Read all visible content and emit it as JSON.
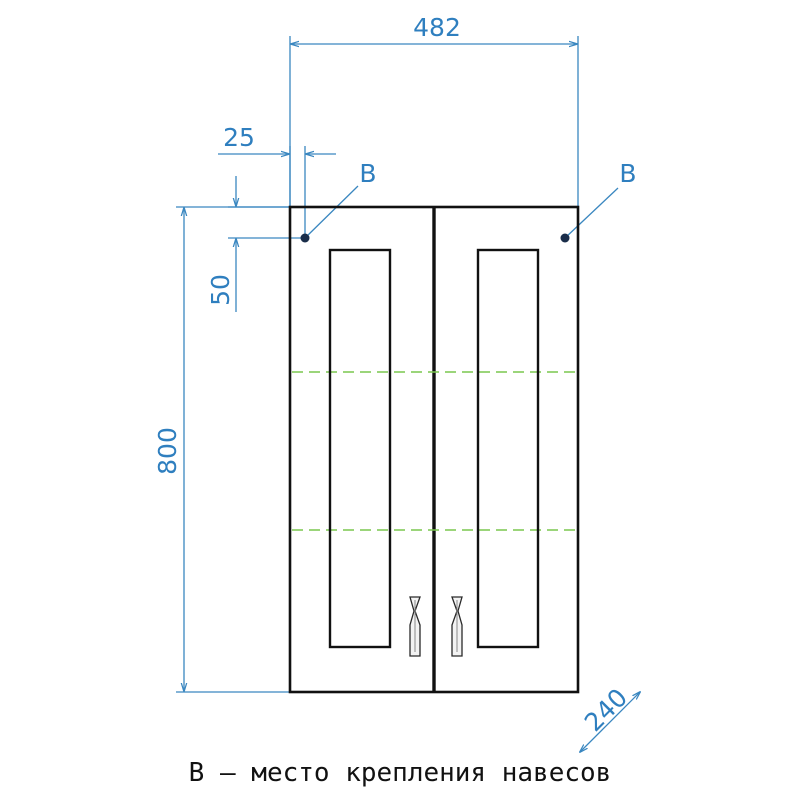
{
  "dimensions": {
    "width": "482",
    "hinge_offset": "25",
    "hinge_drop": "50",
    "height": "800",
    "depth": "240"
  },
  "markers": {
    "left": "B",
    "right": "B"
  },
  "legend": {
    "text": "B – место крепления навесов"
  },
  "colors": {
    "dimension": "#2f7fbf",
    "outline": "#111111",
    "shelf": "#7ac74f"
  }
}
